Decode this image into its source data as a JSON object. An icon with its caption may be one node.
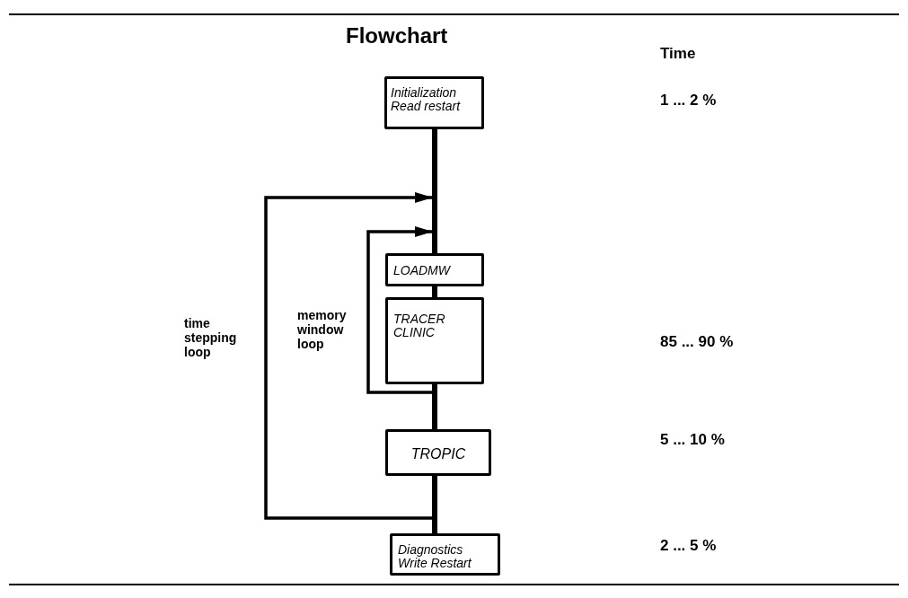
{
  "diagram": {
    "title": "Flowchart",
    "nodes": [
      {
        "text": [
          "Initialization Read restart"
        ]
      },
      {
        "text": [
          "LOADMW"
        ]
      },
      {
        "text": [
          "TRACER CLINIC"
        ]
      },
      {
        "text": [
          "TROPIC"
        ]
      },
      {
        "text": [
          "Diagnostics Write Restart"
        ]
      }
    ],
    "edges": [
      {
        "from": 0,
        "to": 1,
        "arrow": "none"
      },
      {
        "from": 1,
        "to": 2,
        "arrow": "none"
      },
      {
        "from": 2,
        "to": 3,
        "arrow": "none"
      },
      {
        "from": 3,
        "to": 4,
        "arrow": "none"
      },
      {
        "from": 2,
        "to": 1,
        "arrow": "to"
      },
      {
        "from": 3,
        "to": 1,
        "arrow": "to"
      }
    ],
    "labels": [
      "Time",
      "1 ... 2 %",
      "memory window loop",
      "time stepping loop",
      "85 ... 90 %",
      "5 ... 10 %",
      "2 ... 5 %"
    ]
  }
}
